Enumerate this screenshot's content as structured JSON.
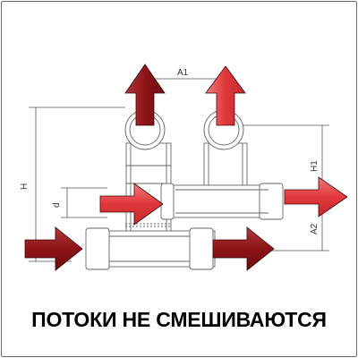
{
  "caption": "ПОТОКИ НЕ СМЕШИВАЮТСЯ",
  "dimensions": {
    "a1": "A1",
    "h": "H",
    "h1": "H1",
    "a2": "A2",
    "d": "d"
  },
  "colors": {
    "hot_arrow": "#e0373a",
    "cold_arrow": "#8e1416",
    "arrow_outline": "#3a0a0a",
    "line": "#555555"
  }
}
